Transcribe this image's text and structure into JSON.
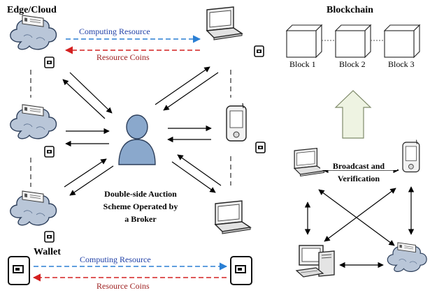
{
  "edge_title": "Edge/Cloud",
  "blockchain": {
    "title": "Blockchain",
    "blocks": [
      "Block 1",
      "Block 2",
      "Block 3"
    ]
  },
  "top_flow": {
    "computing": "Computing Resource",
    "coins": "Resource Coins"
  },
  "broker": {
    "line1": "Double-side Auction",
    "line2": "Scheme Operated by",
    "line3": "a Broker"
  },
  "p2p": {
    "line1": "Broadcast and",
    "line2": "Verification"
  },
  "wallet": {
    "title": "Wallet",
    "computing": "Computing Resource",
    "coins": "Resource Coins"
  },
  "colors": {
    "computing_arrow": "#2a7fd4",
    "coins_arrow": "#d42020",
    "upload_arrow_fill": "#eef3e2",
    "cloud_fill": "#b9c6d8",
    "user_fill": "#8aa8cc"
  }
}
